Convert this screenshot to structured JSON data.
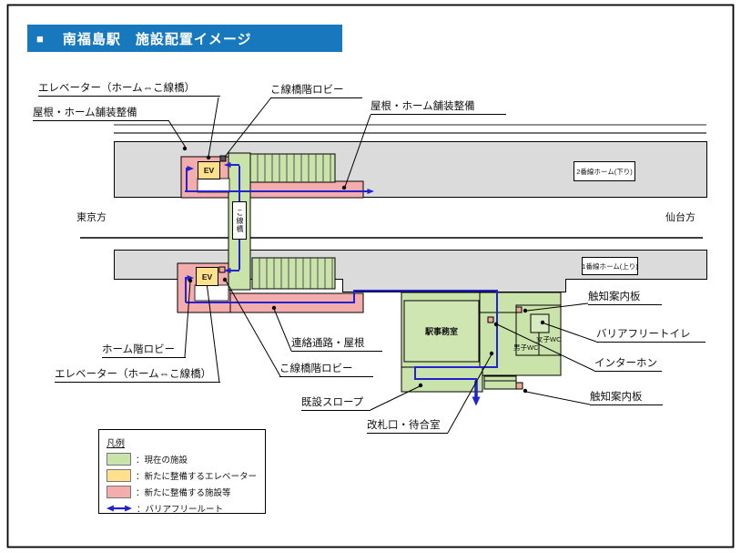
{
  "title": {
    "bullet": "■",
    "text": "南福島駅　施設配置イメージ"
  },
  "directions": {
    "left": "東京方",
    "right": "仙台方"
  },
  "platforms": {
    "upper": "2番線ホーム(下り)",
    "lower": "1番線ホーム(上り)"
  },
  "facilities": {
    "overpass": "こ線橋",
    "elevator": "EV",
    "office": "駅事務室",
    "womens_wc": "女子WC",
    "mens_wc": "男子WC"
  },
  "callouts": {
    "elevator_top": "エレベーター（ホーム⇔こ線橋）",
    "roof_paving_left": "屋根・ホーム舗装整備",
    "overpass_lobby_top": "こ線橋階ロビー",
    "roof_paving_right": "屋根・ホーム舗装整備",
    "platform_lobby": "ホーム階ロビー",
    "elevator_bottom": "エレベーター（ホーム⇔こ線橋）",
    "passage_roof": "連絡通路・屋根",
    "overpass_lobby_bottom": "こ線橋階ロビー",
    "existing_slope": "既設スロープ",
    "ticket_gate": "改札口・待合室",
    "tactile_board_top": "触知案内板",
    "barrier_free_toilet": "バリアフリートイレ",
    "intercom": "インターホン",
    "tactile_board_bottom": "触知案内板"
  },
  "legend": {
    "heading": "凡例",
    "items": [
      {
        "label": "：現在の施設",
        "color": "#C9E3AA"
      },
      {
        "label": "：新たに整備するエレベーター",
        "color": "#FFE08C"
      },
      {
        "label": "：新たに整備する施設等",
        "color": "#F3ADAD"
      },
      {
        "label": "：バリアフリールート",
        "color": "#2222CE"
      }
    ]
  },
  "colors": {
    "title_bar": "#1878BE",
    "platform_gray": "#DBDBDB",
    "existing_green": "#C9E3AA",
    "new_elevator_yellow": "#FFE08C",
    "new_facility_pink": "#F3ADAD",
    "route_blue": "#2222CE"
  }
}
